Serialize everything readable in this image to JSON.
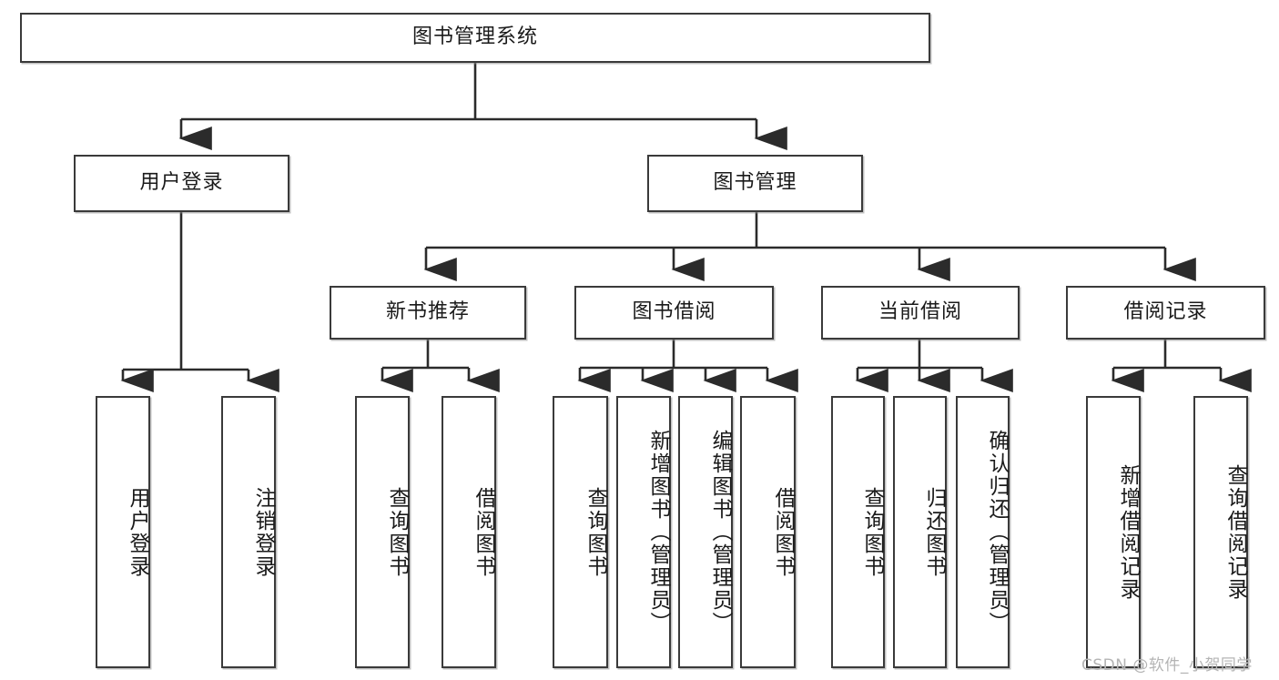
{
  "diagram": {
    "type": "tree-hierarchy-chart",
    "title": "图书管理系统",
    "root": {
      "id": "root",
      "label": "图书管理系统",
      "level": 0
    },
    "level1": [
      {
        "id": "user-login",
        "label": "用户登录"
      },
      {
        "id": "book-management",
        "label": "图书管理"
      }
    ],
    "level2": [
      {
        "id": "new-book-recommend",
        "label": "新书推荐",
        "parent": "book-management"
      },
      {
        "id": "book-borrow",
        "label": "图书借阅",
        "parent": "book-management"
      },
      {
        "id": "current-borrow",
        "label": "当前借阅",
        "parent": "book-management"
      },
      {
        "id": "borrow-record",
        "label": "借阅记录",
        "parent": "book-management"
      }
    ],
    "leaves": {
      "user_login": [
        {
          "id": "leaf-user-login",
          "label": "用户登录"
        },
        {
          "id": "leaf-user-logout",
          "label": "注销登录"
        }
      ],
      "new_book_recommend": [
        {
          "id": "leaf-query-book-1",
          "label": "查询图书"
        },
        {
          "id": "leaf-borrow-book-1",
          "label": "借阅图书"
        }
      ],
      "book_borrow": [
        {
          "id": "leaf-query-book-2",
          "label": "查询图书"
        },
        {
          "id": "leaf-add-book",
          "label": "新增图书（管理员）"
        },
        {
          "id": "leaf-edit-book",
          "label": "编辑图书（管理员）"
        },
        {
          "id": "leaf-borrow-book-2",
          "label": "借阅图书"
        }
      ],
      "current_borrow": [
        {
          "id": "leaf-query-book-3",
          "label": "查询图书"
        },
        {
          "id": "leaf-return-book",
          "label": "归还图书"
        },
        {
          "id": "leaf-confirm-return",
          "label": "确认归还（管理员）"
        }
      ],
      "borrow_record": [
        {
          "id": "leaf-add-record",
          "label": "新增借阅记录"
        },
        {
          "id": "leaf-query-record",
          "label": "查询借阅记录"
        }
      ]
    },
    "colors": {
      "border": "#3a3a3a",
      "background": "#ffffff",
      "text": "#1a1a1a",
      "edge": "#2b2b2b",
      "watermark": "#b4b4b4"
    }
  },
  "watermark": {
    "text": "CSDN @软件_小贺同学"
  }
}
